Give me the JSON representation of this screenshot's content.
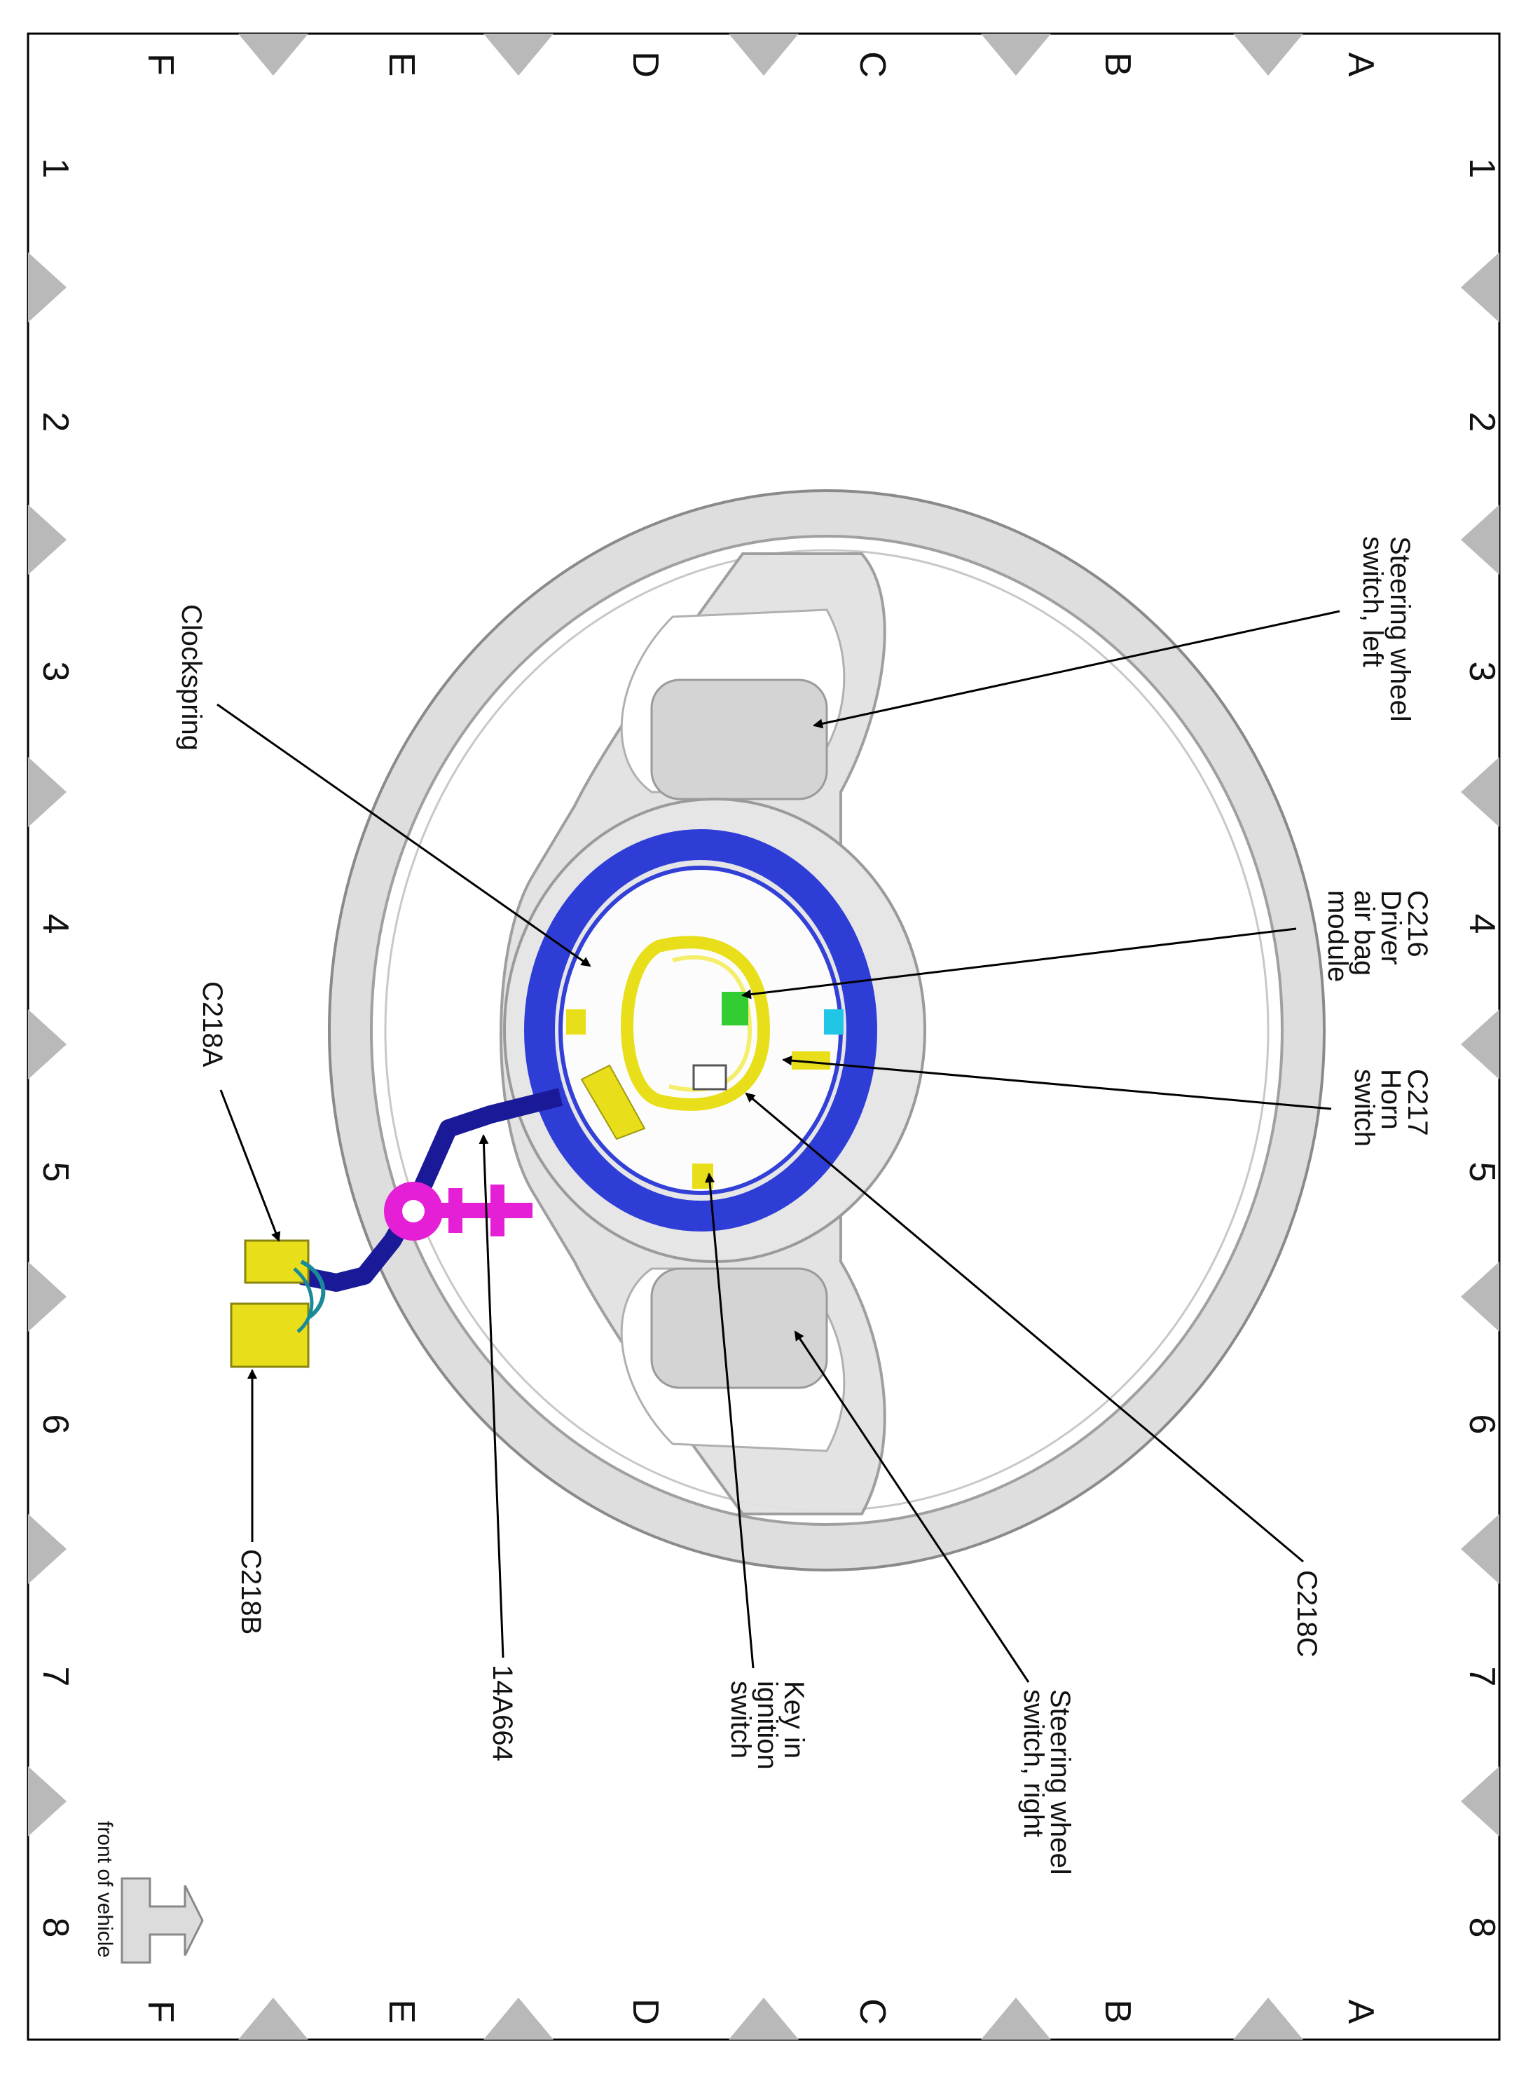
{
  "grid": {
    "letters": [
      "A",
      "B",
      "C",
      "D",
      "E",
      "F"
    ],
    "numbers": [
      "1",
      "2",
      "3",
      "4",
      "5",
      "6",
      "7",
      "8"
    ]
  },
  "callouts": {
    "sw_left": [
      "Steering wheel",
      "switch, left"
    ],
    "c216": [
      "C216",
      "Driver",
      "air bag",
      "module"
    ],
    "c217": [
      "C217",
      "Horn",
      "switch"
    ],
    "c218c": "C218C",
    "sw_right": [
      "Steering wheel",
      "switch, right"
    ],
    "key_in": [
      "Key in",
      "ignition",
      "switch"
    ],
    "part_14a664": "14A664",
    "c218b": "C218B",
    "c218a": "C218A",
    "clockspring": "Clockspring"
  },
  "front_of_vehicle": "front of vehicle",
  "colors": {
    "clockspring": "#1f2fd6",
    "harness": "#1a1a99",
    "connector": "#e8df1a",
    "airbag_connector": "#33cc33",
    "clip": "#e51fd6",
    "wheel": "#dcdcdc"
  }
}
